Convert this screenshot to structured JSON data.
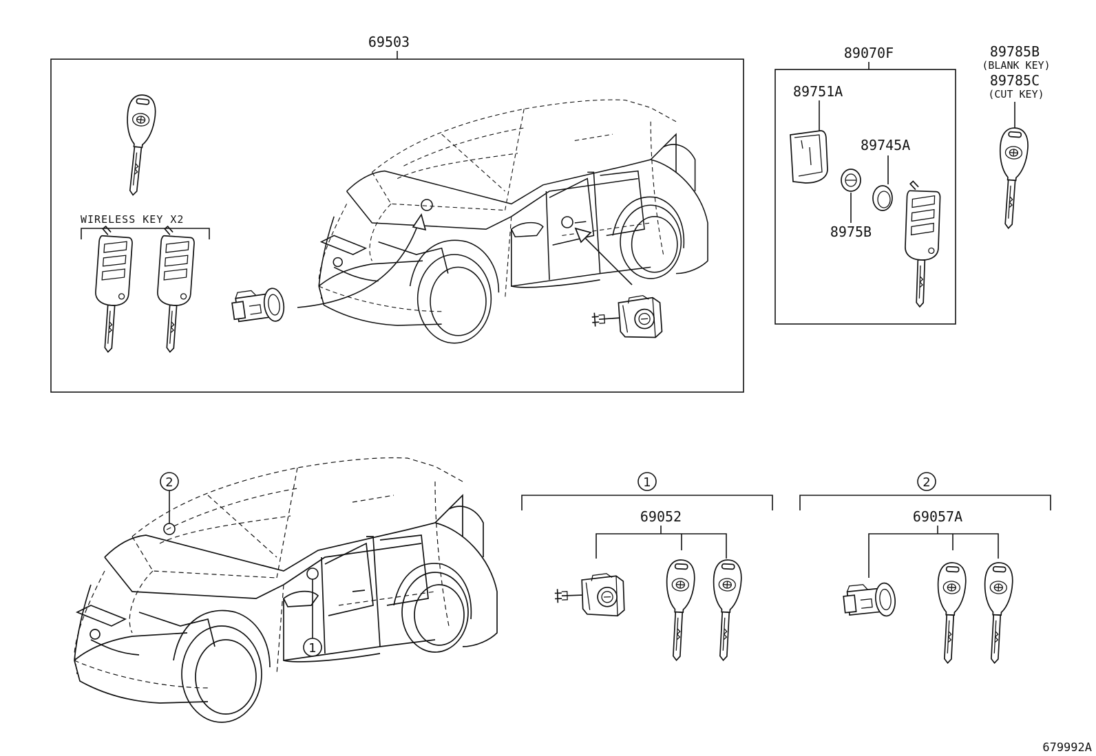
{
  "labels": {
    "assembly_main": "69503",
    "wireless_key_note": "WIRELESS KEY X2",
    "remote_assy": "89070F",
    "case_half": "89751A",
    "battery": "89745A",
    "transmitter_cover": "8975B",
    "blank_key_part": "89785B",
    "blank_key_note": "(BLANK KEY)",
    "cut_key_part": "89785C",
    "cut_key_note": "(CUT KEY)",
    "callout_1": "1",
    "callout_2": "2",
    "set_1_part": "69052",
    "set_2_part": "69057A",
    "drawing_id": "679992A"
  }
}
